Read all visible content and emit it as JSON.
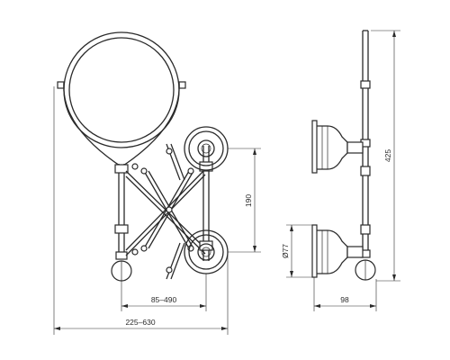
{
  "dimensions": {
    "extension_range": "85–490",
    "overall_width": "225–630",
    "bracket_spacing": "190",
    "overall_height": "425",
    "mount_diameter": "Ø77",
    "projection_depth": "98"
  }
}
